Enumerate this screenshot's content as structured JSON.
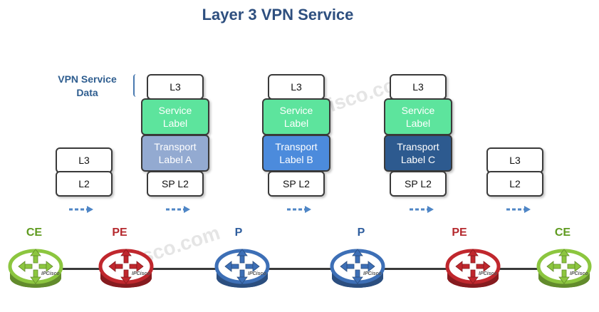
{
  "title": "Layer 3 VPN Service",
  "side_label": {
    "line1": "VPN Service",
    "line2": "Data"
  },
  "watermark": "ipcisco.com",
  "router_brand": "IPCisco",
  "colors": {
    "ce": "#8cc63f",
    "pe": "#c0272d",
    "p": "#3d6fb6",
    "service_label": "#5de49d",
    "transport_a": "#93aad1",
    "transport_b": "#4c8bdc",
    "transport_c": "#2d5a8f"
  },
  "stacks": {
    "s1": {
      "l3": "L3",
      "l2": "L2"
    },
    "s2": {
      "l3": "L3",
      "service1": "Service",
      "service2": "Label",
      "transport1": "Transport",
      "transport2": "Label A",
      "l2": "SP L2"
    },
    "s3": {
      "l3": "L3",
      "service1": "Service",
      "service2": "Label",
      "transport1": "Transport",
      "transport2": "Label B",
      "l2": "SP L2"
    },
    "s4": {
      "l3": "L3",
      "service1": "Service",
      "service2": "Label",
      "transport1": "Transport",
      "transport2": "Label C",
      "l2": "SP L2"
    },
    "s5": {
      "l3": "L3",
      "l2": "L2"
    }
  },
  "devices": [
    {
      "label": "CE",
      "type": "ce"
    },
    {
      "label": "PE",
      "type": "pe"
    },
    {
      "label": "P",
      "type": "p"
    },
    {
      "label": "P",
      "type": "p"
    },
    {
      "label": "PE",
      "type": "pe"
    },
    {
      "label": "CE",
      "type": "ce"
    }
  ]
}
